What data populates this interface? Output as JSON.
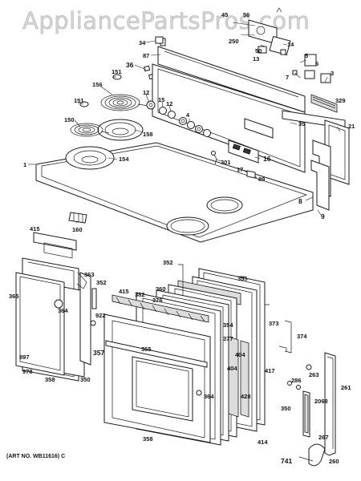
{
  "watermark": "AppliancePartsPros.com",
  "art_number": "(ART NO. WB11616) C",
  "callouts": [
    {
      "id": "45",
      "text": "45"
    },
    {
      "id": "56",
      "text": "56"
    },
    {
      "id": "250",
      "text": "250"
    },
    {
      "id": "50",
      "text": "50"
    },
    {
      "id": "14",
      "text": "14"
    },
    {
      "id": "13",
      "text": "13"
    },
    {
      "id": "34",
      "text": "34"
    },
    {
      "id": "87",
      "text": "87"
    },
    {
      "id": "5",
      "text": "5"
    },
    {
      "id": "6",
      "text": "6"
    },
    {
      "id": "7",
      "text": "7"
    },
    {
      "id": "3",
      "text": "3"
    },
    {
      "id": "329",
      "text": "329"
    },
    {
      "id": "36",
      "text": "36"
    },
    {
      "id": "151a",
      "text": "151"
    },
    {
      "id": "156",
      "text": "156"
    },
    {
      "id": "12a",
      "text": "12"
    },
    {
      "id": "15",
      "text": "15"
    },
    {
      "id": "12b",
      "text": "12"
    },
    {
      "id": "35",
      "text": "35"
    },
    {
      "id": "151b",
      "text": "151"
    },
    {
      "id": "21",
      "text": "21"
    },
    {
      "id": "150",
      "text": "150"
    },
    {
      "id": "158",
      "text": "158"
    },
    {
      "id": "4",
      "text": "4"
    },
    {
      "id": "1",
      "text": "1"
    },
    {
      "id": "154",
      "text": "154"
    },
    {
      "id": "301",
      "text": "301"
    },
    {
      "id": "16",
      "text": "16"
    },
    {
      "id": "17",
      "text": "17"
    },
    {
      "id": "89",
      "text": "89"
    },
    {
      "id": "8",
      "text": "8"
    },
    {
      "id": "9",
      "text": "9"
    },
    {
      "id": "160",
      "text": "160"
    },
    {
      "id": "415a",
      "text": "415"
    },
    {
      "id": "352a",
      "text": "352"
    },
    {
      "id": "363",
      "text": "363"
    },
    {
      "id": "352b",
      "text": "352"
    },
    {
      "id": "365a",
      "text": "365"
    },
    {
      "id": "364a",
      "text": "364"
    },
    {
      "id": "922",
      "text": "922"
    },
    {
      "id": "357",
      "text": "357"
    },
    {
      "id": "897",
      "text": "897"
    },
    {
      "id": "978",
      "text": "978"
    },
    {
      "id": "358a",
      "text": "358"
    },
    {
      "id": "350a",
      "text": "350"
    },
    {
      "id": "352c",
      "text": "352"
    },
    {
      "id": "355",
      "text": "355"
    },
    {
      "id": "415b",
      "text": "415"
    },
    {
      "id": "382",
      "text": "382"
    },
    {
      "id": "360",
      "text": "360"
    },
    {
      "id": "376",
      "text": "376"
    },
    {
      "id": "354",
      "text": "354"
    },
    {
      "id": "373",
      "text": "373"
    },
    {
      "id": "374",
      "text": "374"
    },
    {
      "id": "365b",
      "text": "365"
    },
    {
      "id": "377",
      "text": "377"
    },
    {
      "id": "404a",
      "text": "404"
    },
    {
      "id": "404b",
      "text": "404"
    },
    {
      "id": "417",
      "text": "417"
    },
    {
      "id": "286",
      "text": "286"
    },
    {
      "id": "263",
      "text": "263"
    },
    {
      "id": "261",
      "text": "261"
    },
    {
      "id": "2068",
      "text": "2068"
    },
    {
      "id": "428",
      "text": "428"
    },
    {
      "id": "350b",
      "text": "350"
    },
    {
      "id": "364b",
      "text": "364"
    },
    {
      "id": "358b",
      "text": "358"
    },
    {
      "id": "414",
      "text": "414"
    },
    {
      "id": "267",
      "text": "267"
    },
    {
      "id": "741",
      "text": "741"
    },
    {
      "id": "260",
      "text": "260"
    }
  ]
}
